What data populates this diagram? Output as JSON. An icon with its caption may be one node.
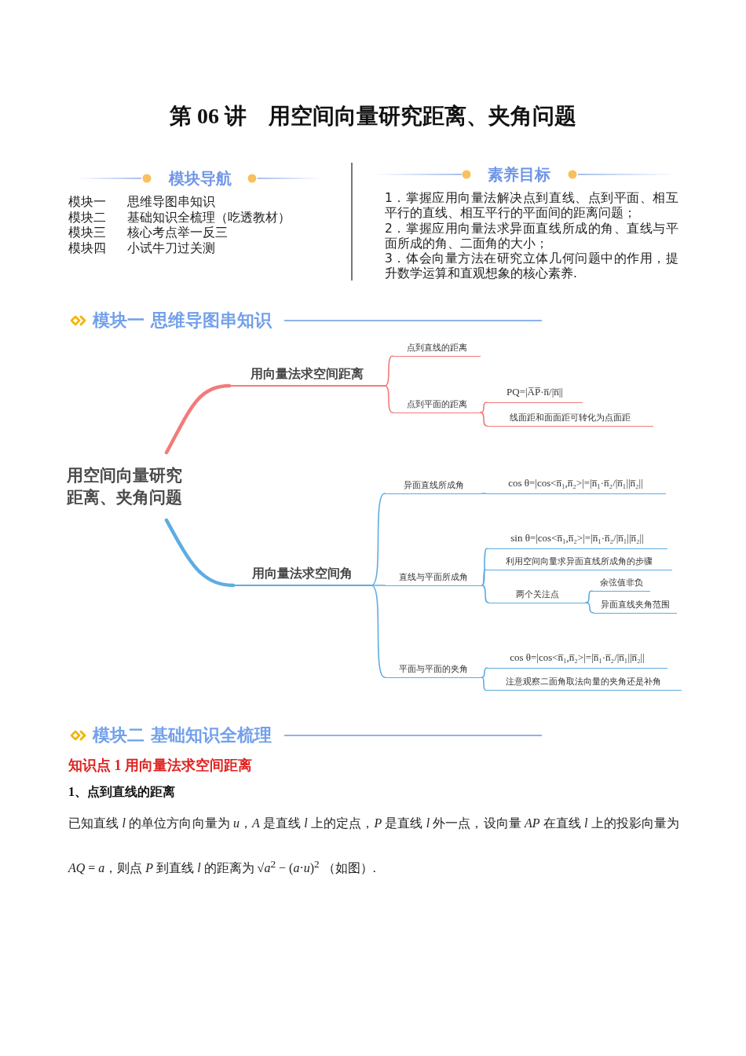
{
  "diagram": {
    "title": "第 06 讲　用空间向量研究距离、夹角问题",
    "nodes": [
      {
        "text": [
          "用空间向量研究距离、夹角问题"
        ]
      },
      {
        "text": [
          "用向量法求空间距离"
        ]
      },
      {
        "text": [
          "点到直线的距离"
        ]
      },
      {
        "text": [
          "点到平面的距离"
        ]
      },
      {
        "text": [
          "PQ=|A̅P̅·n̅/|n̅||"
        ]
      },
      {
        "text": [
          "线面距和面面距可转化为点面距"
        ]
      },
      {
        "text": [
          "用向量法求空间角"
        ]
      },
      {
        "text": [
          "异面直线所成角"
        ]
      },
      {
        "text": [
          "cos θ=|cos<n̅₁,n̅₂>|=|n̅₁·n̅₂/|n̅₁||n̅₂||"
        ]
      },
      {
        "text": [
          "直线与平面所成角"
        ]
      },
      {
        "text": [
          "sin θ=|cos<n̅₁,n̅₂>|=|n̅₁·n̅₂/|n̅₁||n̅₂||"
        ]
      },
      {
        "text": [
          "利用空间向量求异面直线所成角的步骤"
        ]
      },
      {
        "text": [
          "两个关注点"
        ]
      },
      {
        "text": [
          "余弦值非负"
        ]
      },
      {
        "text": [
          "异面直线夹角范围"
        ]
      },
      {
        "text": [
          "平面与平面的夹角"
        ]
      },
      {
        "text": [
          "cos θ=|cos<n̅₁,n̅₂>|=|n̅₁·n̅₂/|n̅₁||n̅₂||"
        ]
      },
      {
        "text": [
          "注意观察二面角取法向量的夹角还是补角"
        ]
      }
    ],
    "edges": [
      {
        "from": 0,
        "to": 1,
        "arrow": "none",
        "style": "thick",
        "color": "#f27b7b"
      },
      {
        "from": 1,
        "to": 2,
        "arrow": "none",
        "color": "#f27b7b"
      },
      {
        "from": 1,
        "to": 3,
        "arrow": "none",
        "color": "#f27b7b"
      },
      {
        "from": 3,
        "to": 4,
        "arrow": "none",
        "color": "#f27b7b"
      },
      {
        "from": 3,
        "to": 5,
        "arrow": "none",
        "color": "#f27b7b"
      },
      {
        "from": 0,
        "to": 6,
        "arrow": "none",
        "style": "thick"
      },
      {
        "from": 6,
        "to": 7,
        "arrow": "none"
      },
      {
        "from": 7,
        "to": 8,
        "arrow": "none"
      },
      {
        "from": 6,
        "to": 9,
        "arrow": "none"
      },
      {
        "from": 9,
        "to": 10,
        "arrow": "none"
      },
      {
        "from": 9,
        "to": 11,
        "arrow": "none"
      },
      {
        "from": 9,
        "to": 12,
        "arrow": "none"
      },
      {
        "from": 12,
        "to": 13,
        "arrow": "none"
      },
      {
        "from": 12,
        "to": 14,
        "arrow": "none"
      },
      {
        "from": 6,
        "to": 15,
        "arrow": "none"
      },
      {
        "from": 15,
        "to": 16,
        "arrow": "none"
      },
      {
        "from": 15,
        "to": 17,
        "arrow": "none"
      }
    ],
    "labels": [
      "模块导航",
      "模块一",
      "思维导图串知识",
      "模块二",
      "基础知识全梳理（吃透教材）",
      "模块三",
      "核心考点举一反三",
      "模块四",
      "小试牛刀过关测",
      "素养目标",
      "1．掌握应用向量法解决点到直线、点到平面、相互平行的直线、相互平行的平面间的距离问题；",
      "2．掌握应用向量法求异面直线所成的角、直线与平面所成的角、二面角的大小；",
      "3．体会向量方法在研究立体几何问题中的作用，提升数学运算和直观想象的核心素养.",
      "模块一 思维导图串知识",
      "模块二 基础知识全梳理",
      "知识点 1 用向量法求空间距离",
      "1、点到直线的距离",
      "已知直线 *l* 的单位方向向量为 *u*，*A* 是直线 *l* 上的定点，*P* 是直线 *l* 外一点，设向量 *AP* 在直线 *l* 上的投影向量为 *AQ* = *a*，则点 *P* 到直线 *l* 的距离为 √*a*$^{2}$ − (*a*·*u*)$^{2}$ （如图）."
    ]
  }
}
